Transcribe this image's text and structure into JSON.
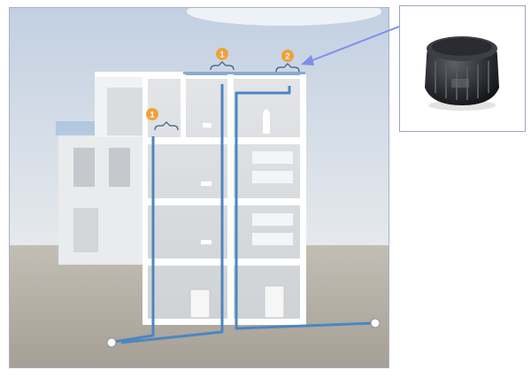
{
  "diagram": {
    "markers": [
      {
        "id": "outlet-1",
        "label": "1"
      },
      {
        "id": "outlet-roof-main",
        "label": "1"
      },
      {
        "id": "outlet-2",
        "label": "2"
      }
    ],
    "colors": {
      "pipe": "#4b86c0",
      "marker": "#f0a13c",
      "arrow": "#7d8fe8",
      "building": "#f4f5f6",
      "inset_border": "#9aa3c5"
    },
    "inset": {
      "icon": "roof-drain-outlet-icon"
    }
  }
}
